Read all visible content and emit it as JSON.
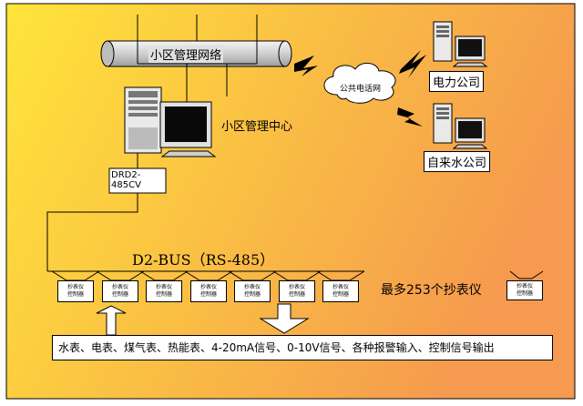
{
  "network": {
    "backbone_label": "小区管理网络",
    "center_label": "小区管理中心",
    "phone_net_label": "公共电话网",
    "power_company_label": "电力公司",
    "water_company_label": "自来水公司"
  },
  "converter": {
    "line1": "DRD2-",
    "line2": "485CV"
  },
  "bus": {
    "label": "D2-BUS（RS-485）",
    "max_label": "最多253个抄表仪",
    "device_line1": "抄表仪",
    "device_line2": "控制器",
    "device_count_drawn": 7
  },
  "inputs": {
    "label": "水表、电表、煤气表、热能表、4-20mA信号、0-10V信号、各种报警输入、控制信号输出"
  },
  "colors": {
    "bg_start": "#ffe53a",
    "bg_end": "#f59a4e",
    "pipe": "#d7d7d7",
    "line": "#000000"
  }
}
